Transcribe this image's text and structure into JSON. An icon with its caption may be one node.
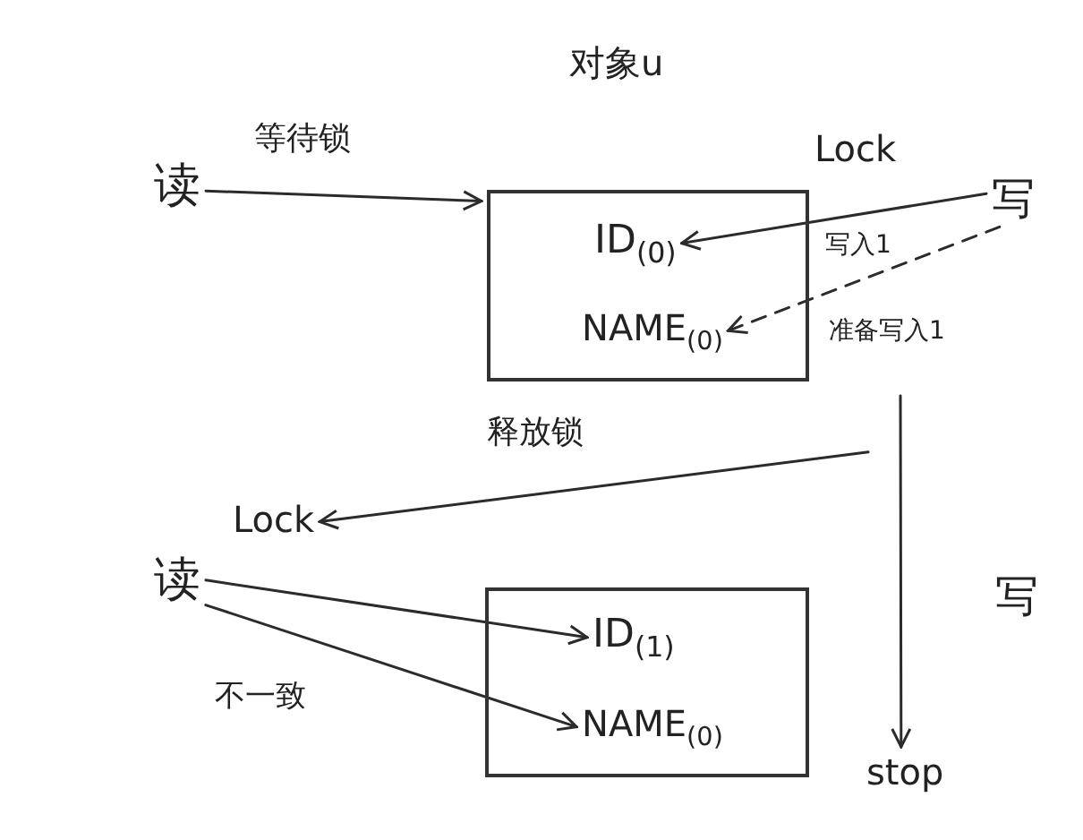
{
  "diagram": {
    "title": "对象u",
    "nodes": [
      {
        "text": [
          "读"
        ]
      },
      {
        "text": [],
        "shape": "box"
      },
      {
        "text": [
          "写"
        ]
      },
      {
        "text": [
          "ID$_{(0)}$"
        ],
        "in": 1
      },
      {
        "text": [
          "NAME$_{(0)}$"
        ],
        "in": 1
      },
      {
        "text": [
          "Lock"
        ]
      },
      {
        "text": [
          "读"
        ]
      },
      {
        "text": [],
        "shape": "box"
      },
      {
        "text": [
          "ID$_{(1)}$"
        ],
        "in": 7
      },
      {
        "text": [
          "NAME$_{(0)}$"
        ],
        "in": 7
      },
      {
        "text": [
          "stop"
        ]
      }
    ],
    "edges": [
      {
        "from": 0,
        "to": 1,
        "arrow": "to",
        "label": "等待锁"
      },
      {
        "from": 2,
        "to": 3,
        "arrow": "to",
        "label": "写入1"
      },
      {
        "from": 2,
        "to": 4,
        "arrow": "to",
        "style": "dashed",
        "label": "准备写入1"
      },
      {
        "from": null,
        "to": 5,
        "arrow": "to",
        "label": "释放锁"
      },
      {
        "from": null,
        "to": 10,
        "arrow": "to"
      },
      {
        "from": 6,
        "to": 8,
        "arrow": "to"
      },
      {
        "from": 6,
        "to": 9,
        "arrow": "to",
        "label": "不一致"
      }
    ],
    "labels": [
      "Lock",
      "写"
    ]
  }
}
